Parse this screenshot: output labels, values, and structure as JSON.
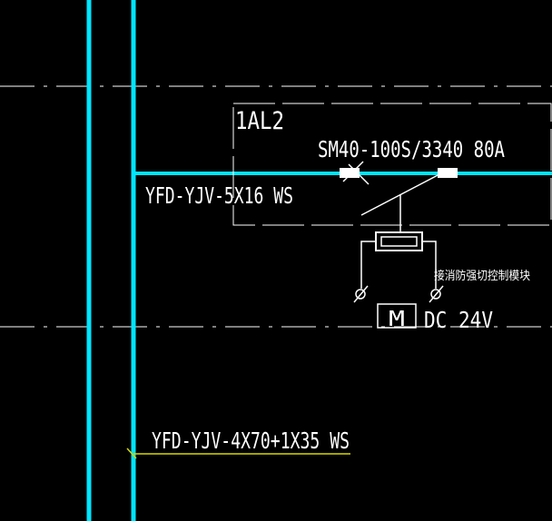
{
  "diagram": {
    "panel_label": "1AL2",
    "breaker_label": "SM40-100S/3340  80A",
    "cable_upper": "YFD-YJV-5X16 WS",
    "cable_lower": "YFD-YJV-4X70+1X35 WS",
    "note_cn": "接消防强切控制模块",
    "motor_label": "M",
    "voltage_label": "DC 24V"
  },
  "colors": {
    "background": "#000000",
    "feeder": "#00e5ff",
    "wire": "#ffffff",
    "centerline": "#ffffff",
    "leader": "#d8d800"
  }
}
